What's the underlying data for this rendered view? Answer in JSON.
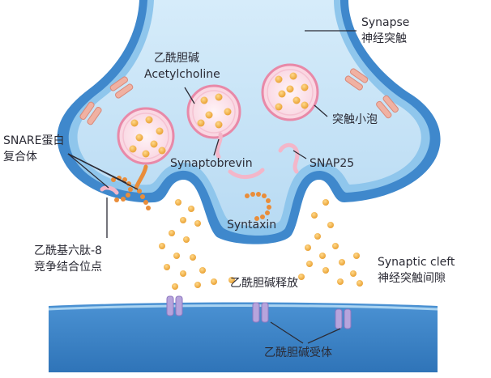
{
  "labels": {
    "synapse_en": "Synapse",
    "synapse_zh": "神经突触",
    "acetylcholine_zh": "乙酰胆碱",
    "acetylcholine_en": "Acetylcholine",
    "vesicle_zh": "突触小泡",
    "snare_en": "SNARE蛋白",
    "snare_zh": "复合体",
    "synaptobrevin": "Synaptobrevin",
    "snap25": "SNAP25",
    "syntaxin": "Syntaxin",
    "peptide_line1": "乙酰基六肽-8",
    "peptide_line2": "竞争结合位点",
    "release": "乙酰胆碱释放",
    "cleft_en": "Synaptic cleft",
    "cleft_zh": "神经突触间隙",
    "receptor": "乙酰胆碱受体"
  },
  "colors": {
    "membrane_outer": "#3f88cc",
    "membrane_inner": "#8fc6ec",
    "cytoplasm": "#c4e1f5",
    "vesicle_fill": "#fbe0e8",
    "vesicle_stroke": "#e889a8",
    "neurotransmitter": "#f2b14a",
    "snare_orange": "#e98d3a",
    "snare_pink": "#f3b6c9",
    "channel": "#e9a394",
    "receptor": "#a892cf"
  }
}
